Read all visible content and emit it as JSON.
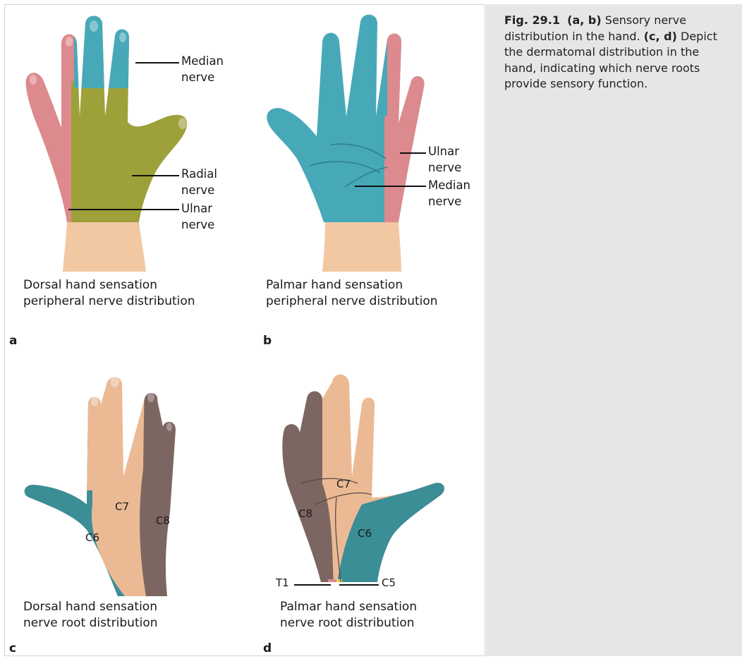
{
  "caption": {
    "fig_label": "Fig. 29.1",
    "ab_ref": "(a, b)",
    "ab_text": " Sensory nerve distribution in the hand. ",
    "cd_ref": "(c, d)",
    "cd_text": " Depict the dermatomal distribution in the hand, indicating which nerve roots provide sensory function."
  },
  "panel_a": {
    "letter": "a",
    "caption_line1": "Dorsal hand sensation",
    "caption_line2": "peripheral nerve distribution",
    "median_l1": "Median",
    "median_l2": "nerve",
    "radial_l1": "Radial",
    "radial_l2": "nerve",
    "ulnar_l1": "Ulnar",
    "ulnar_l2": "nerve"
  },
  "panel_b": {
    "letter": "b",
    "caption_line1": "Palmar hand sensation",
    "caption_line2": "peripheral nerve distribution",
    "ulnar_l1": "Ulnar",
    "ulnar_l2": "nerve",
    "median_l1": "Median",
    "median_l2": "nerve"
  },
  "panel_c": {
    "letter": "c",
    "caption_line1": "Dorsal hand sensation",
    "caption_line2": "nerve root distribution",
    "c6": "C6",
    "c7": "C7",
    "c8": "C8"
  },
  "panel_d": {
    "letter": "d",
    "caption_line1": "Palmar hand sensation",
    "caption_line2": "nerve root distribution",
    "c6": "C6",
    "c7": "C7",
    "c8": "C8",
    "t1": "T1",
    "c5": "C5"
  },
  "colors": {
    "median": "#47a9b8",
    "radial": "#9ea03a",
    "ulnar": "#dd8a8e",
    "c6": "#3b8d96",
    "c7": "#ebba94",
    "c8": "#7c6662",
    "skin": "#f2c8a3",
    "caption_bg": "#e6e6e8"
  }
}
